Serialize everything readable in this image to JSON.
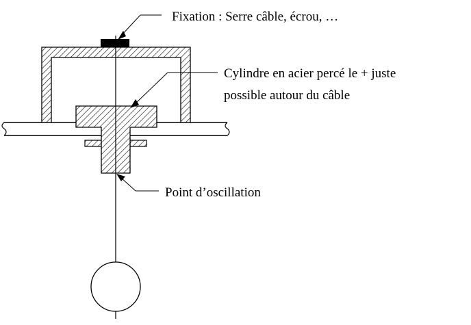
{
  "labels": {
    "fixation": "Fixation : Serre câble, écrou, …",
    "cylinder_line1": "Cylindre en acier percé le + juste",
    "cylinder_line2": "possible autour du câble",
    "oscillation": "Point d’oscillation"
  },
  "colors": {
    "ink": "#000000",
    "hatch_bg": "#ffffff",
    "clamp": "#000000"
  }
}
